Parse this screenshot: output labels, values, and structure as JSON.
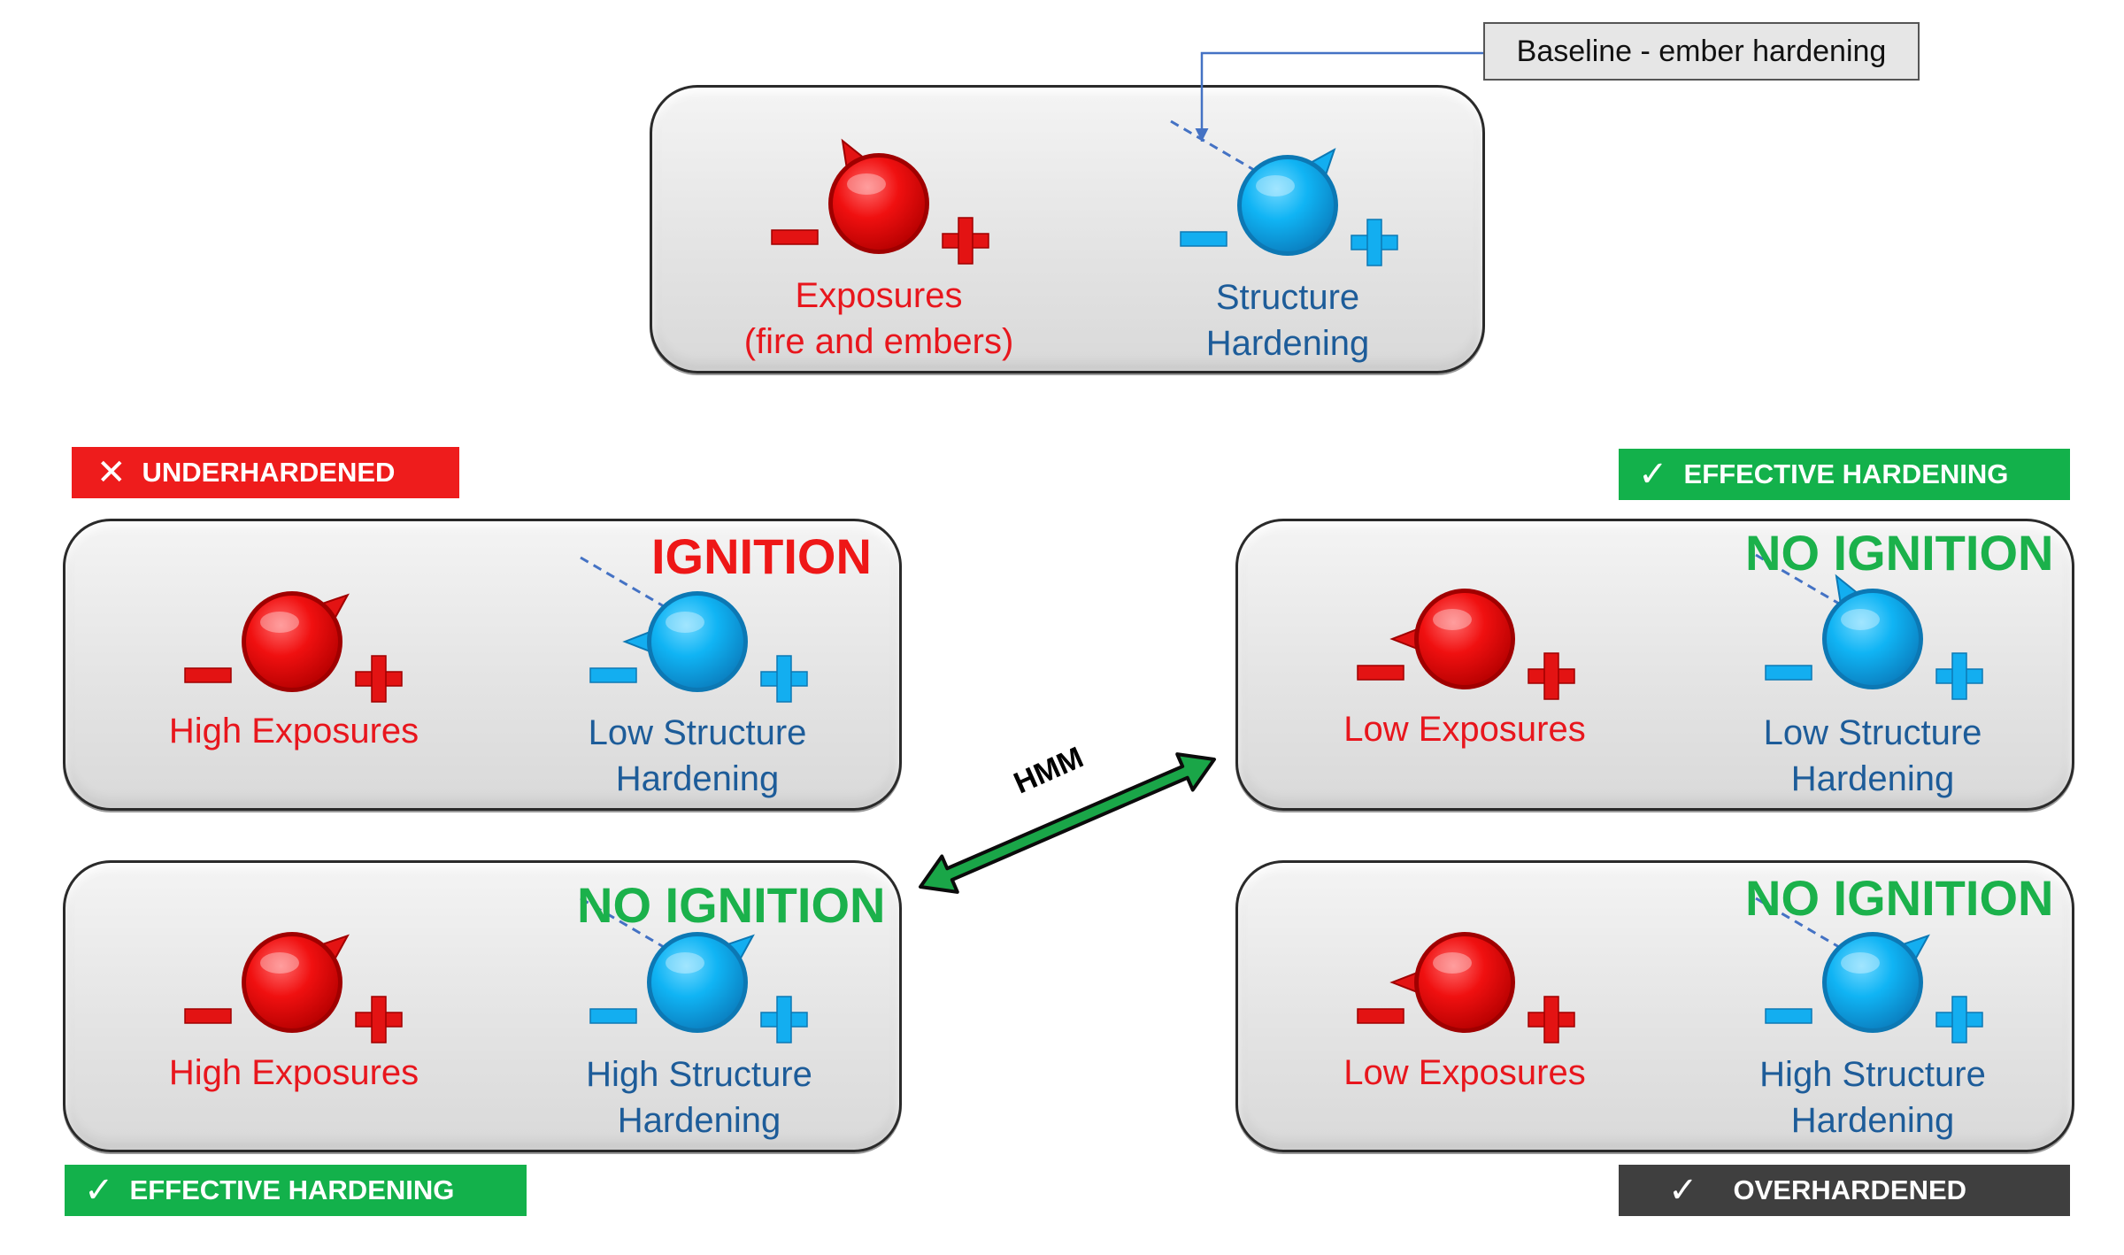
{
  "callout": {
    "text": "Baseline - ember hardening"
  },
  "baseline": {
    "exposure_label": [
      "Exposures",
      "(fire and embers)"
    ],
    "structure_label": [
      "Structure",
      "Hardening"
    ]
  },
  "panels": [
    {
      "id": "top-left",
      "status": "IGNITION",
      "exposure_label": [
        "High Exposures"
      ],
      "structure_label": [
        "Low Structure",
        "Hardening"
      ]
    },
    {
      "id": "bottom-left",
      "status": "NO IGNITION",
      "exposure_label": [
        "High Exposures"
      ],
      "structure_label": [
        "High Structure",
        "Hardening"
      ]
    },
    {
      "id": "top-right",
      "status": "NO IGNITION",
      "exposure_label": [
        "Low Exposures"
      ],
      "structure_label": [
        "Low Structure",
        "Hardening"
      ]
    },
    {
      "id": "bottom-right",
      "status": "NO IGNITION",
      "exposure_label": [
        "Low Exposures"
      ],
      "structure_label": [
        "High Structure",
        "Hardening"
      ]
    }
  ],
  "badges": {
    "underhardened": {
      "icon": "x-icon",
      "text": "UNDERHARDENED",
      "color": "#ee1c1c"
    },
    "effective_top": {
      "icon": "checkmark-icon",
      "text": "EFFECTIVE HARDENING",
      "color": "#13b14b"
    },
    "effective_bottom": {
      "icon": "checkmark-icon",
      "text": "EFFECTIVE HARDENING",
      "color": "#13b14b"
    },
    "overhardened": {
      "icon": "checkmark-icon",
      "text": "OVERHARDENED",
      "color": "#3f3f3f"
    }
  },
  "arrow": {
    "label": "HMM",
    "color": "#1aa648"
  },
  "colors": {
    "exposure": "#e8161d",
    "structure": "#1d5c99",
    "knob_red": "#f01010",
    "knob_blue": "#10b4f4",
    "ignition": "#ee1717",
    "no_ignition": "#1bb14b"
  },
  "dials": [
    {
      "id": "baseline-exposure",
      "type": "exposure",
      "level": "middle"
    },
    {
      "id": "baseline-structure",
      "type": "structure",
      "level": "middle"
    },
    {
      "id": "tl-exposure",
      "type": "exposure",
      "level": "high"
    },
    {
      "id": "tl-structure",
      "type": "structure",
      "level": "low"
    },
    {
      "id": "bl-exposure",
      "type": "exposure",
      "level": "high"
    },
    {
      "id": "bl-structure",
      "type": "structure",
      "level": "high"
    },
    {
      "id": "tr-exposure",
      "type": "exposure",
      "level": "low"
    },
    {
      "id": "tr-structure",
      "type": "structure",
      "level": "middle"
    },
    {
      "id": "br-exposure",
      "type": "exposure",
      "level": "low"
    },
    {
      "id": "br-structure",
      "type": "structure",
      "level": "high"
    }
  ]
}
